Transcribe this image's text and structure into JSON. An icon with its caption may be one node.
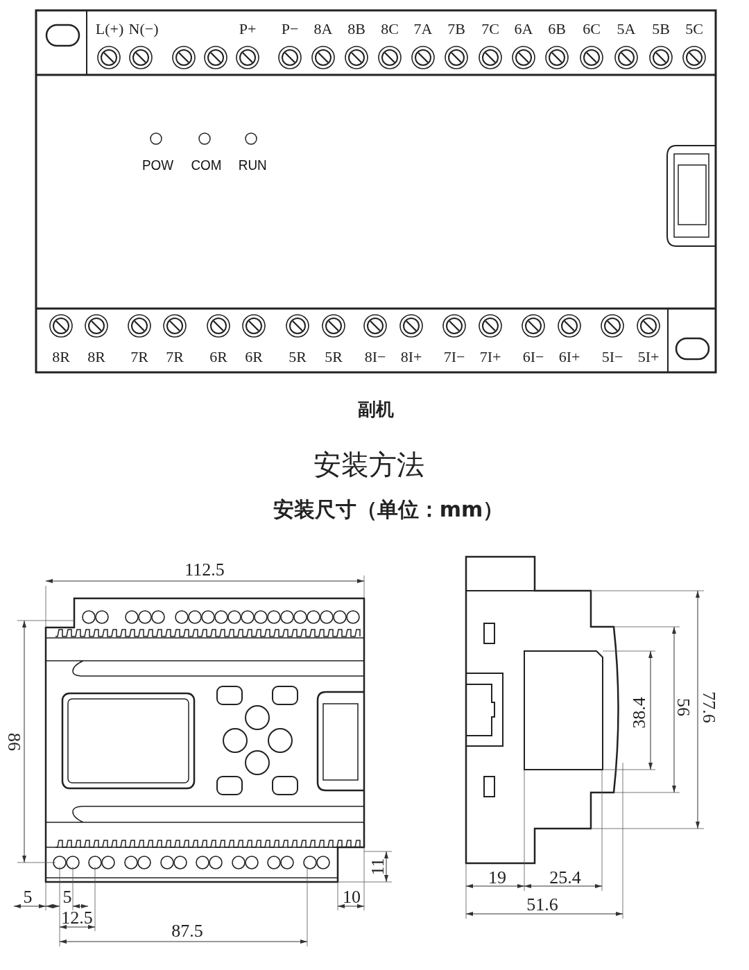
{
  "diagram": {
    "title": "安装方法",
    "labels": [
      "L(+)",
      "N(−)",
      "P+",
      "P−",
      "8A",
      "8B",
      "8C",
      "7A",
      "7B",
      "7C",
      "6A",
      "6B",
      "6C",
      "5A",
      "5B",
      "5C",
      "POW",
      "COM",
      "RUN",
      "8R",
      "8R",
      "7R",
      "7R",
      "6R",
      "6R",
      "5R",
      "5R",
      "8I−",
      "8I+",
      "7I−",
      "7I+",
      "6I−",
      "6I+",
      "5I−",
      "5I+",
      "副机",
      "安装尺寸（单位：mm）",
      "112.5",
      "86",
      "11",
      "5",
      "5",
      "10",
      "12.5",
      "87.5",
      "19",
      "25.4",
      "51.6",
      "38.4",
      "56",
      "77.6"
    ]
  }
}
